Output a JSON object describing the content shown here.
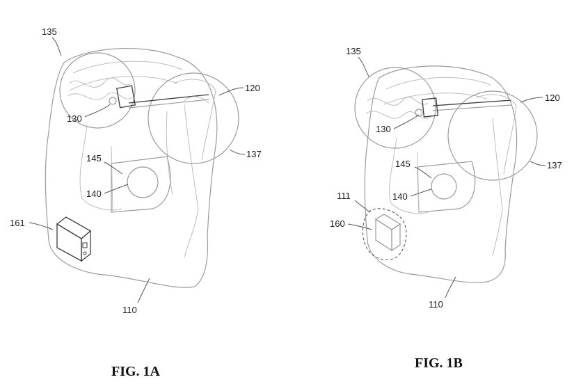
{
  "figures": [
    {
      "caption": "FIG. 1A",
      "labels": {
        "l135": "135",
        "l120": "120",
        "l130": "130",
        "l137": "137",
        "l145": "145",
        "l140": "140",
        "l161": "161",
        "l110": "110"
      }
    },
    {
      "caption": "FIG. 1B",
      "labels": {
        "l135": "135",
        "l120": "120",
        "l130": "130",
        "l137": "137",
        "l145": "145",
        "l140": "140",
        "l111": "111",
        "l160": "160",
        "l110": "110"
      }
    }
  ]
}
